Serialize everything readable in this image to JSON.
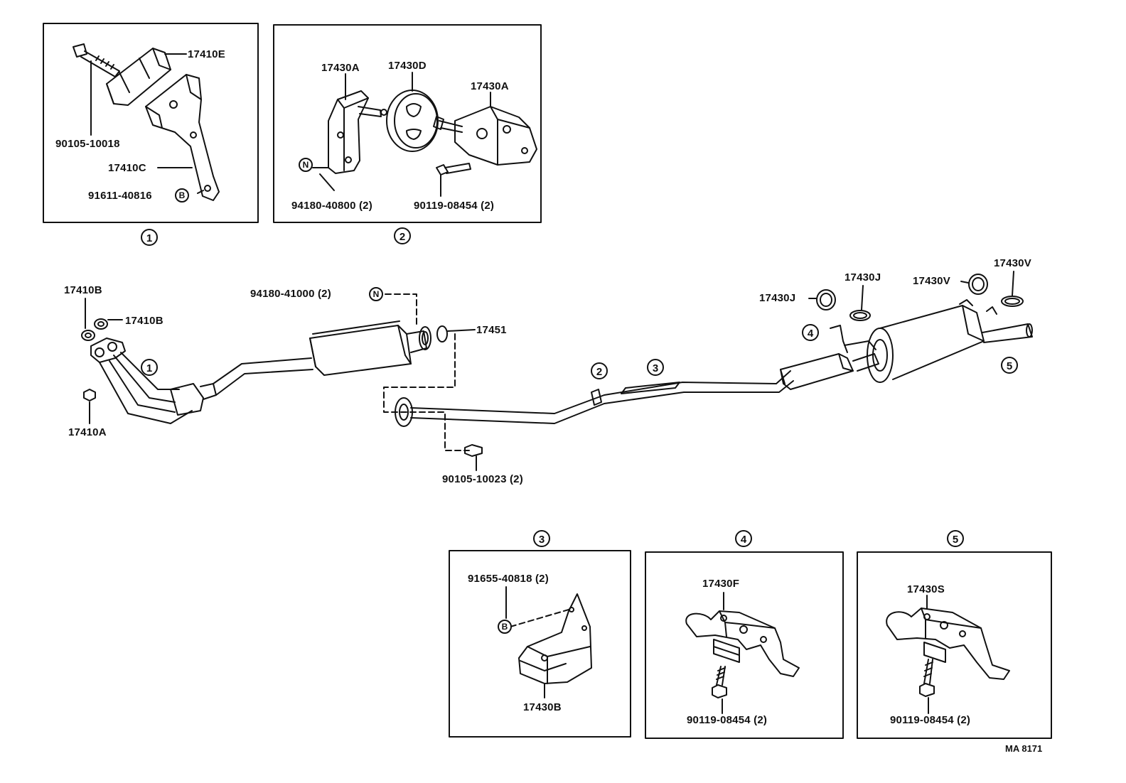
{
  "insets": {
    "detail_1_label": "1",
    "detail_2_label": "2",
    "detail_3_label": "3",
    "detail_4_label": "4",
    "detail_5_label": "5"
  },
  "markers": {
    "nut": "N",
    "bolt": "B"
  },
  "parts": {
    "p17410E": "17410E",
    "p90105_10018": "90105-10018",
    "p17410C": "17410C",
    "p91611_40816": "91611-40816",
    "p17430A_left": "17430A",
    "p17430D": "17430D",
    "p17430A_right": "17430A",
    "p94180_40800": "94180-40800 (2)",
    "p90119_08454_a": "90119-08454 (2)",
    "p17410B_top": "17410B",
    "p17410B_right": "17410B",
    "p17410A": "17410A",
    "p94180_41000": "94180-41000 (2)",
    "p17451": "17451",
    "p90105_10023": "90105-10023 (2)",
    "p17430J_left": "17430J",
    "p17430J_top": "17430J",
    "p17430V_left": "17430V",
    "p17430V_right": "17430V",
    "p91655_40818": "91655-40818 (2)",
    "p17430B": "17430B",
    "p17430F": "17430F",
    "p90119_08454_b": "90119-08454 (2)",
    "p17430S": "17430S",
    "p90119_08454_c": "90119-08454 (2)"
  },
  "drawing_code": "MA 8171"
}
